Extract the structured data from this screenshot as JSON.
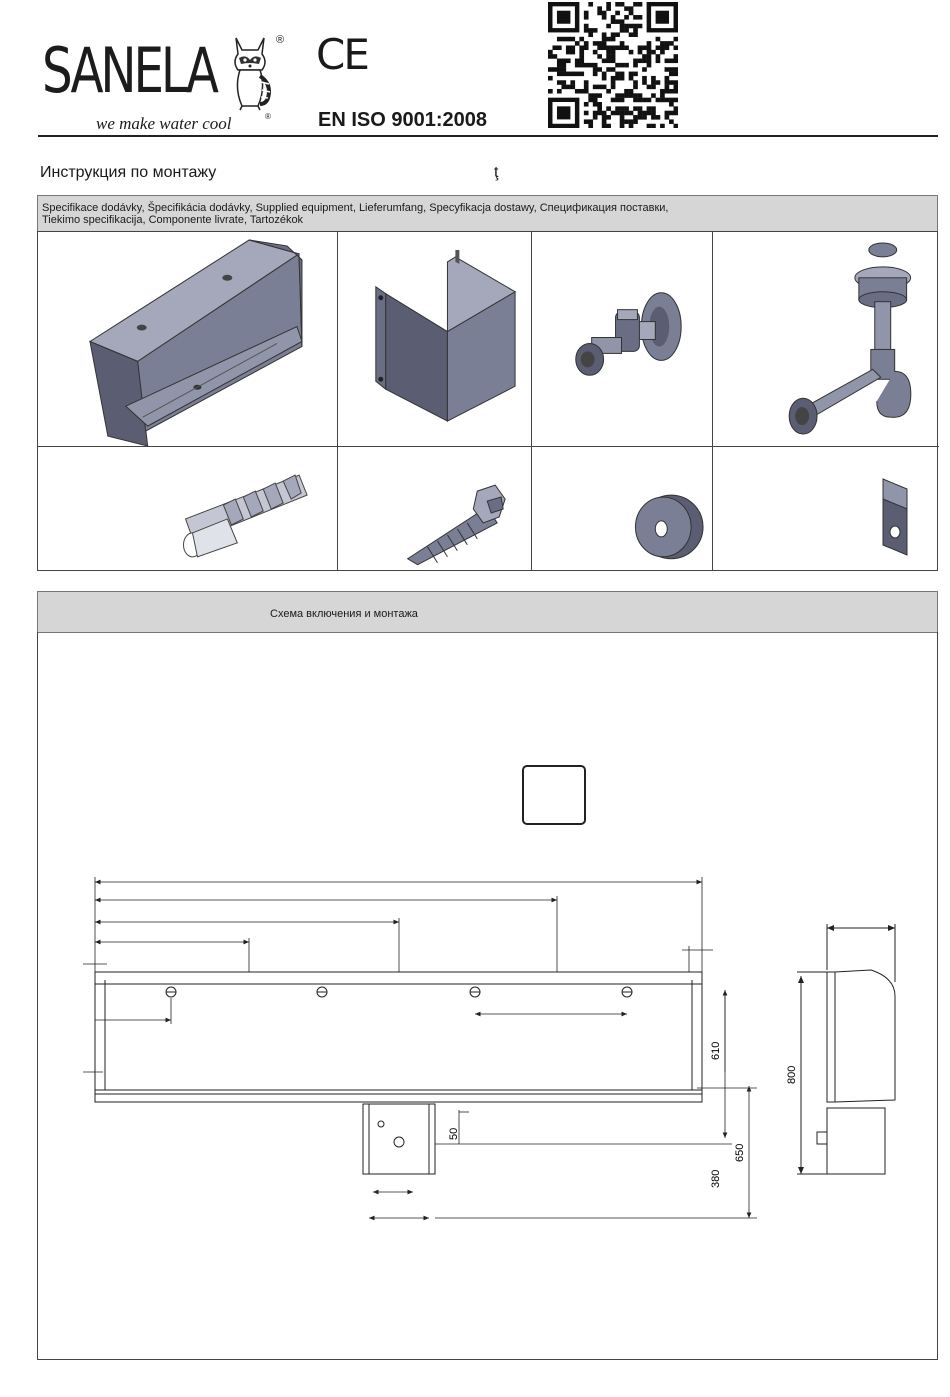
{
  "header": {
    "logo_text": "SANELA",
    "logo_registered": "®",
    "tagline": "we make water cool",
    "tagline_registered": "®",
    "ce_mark": "CE",
    "iso_text": "EN ISO 9001:2008"
  },
  "document": {
    "title": "Инструкция по монтажу",
    "stray_mark": "ţ"
  },
  "supplied_equipment": {
    "label_line1": "Specifikace dodávky, Špecifikácia dodávky, Supplied equipment, Lieferumfang, Specyfikacja dostawy, Спецификация поставки,",
    "label_line2": "Tiekimo specifikacija, Componente livrate, Tartozékok",
    "items": [
      {
        "icon": "urinal-trough-icon"
      },
      {
        "icon": "mounting-bracket-icon"
      },
      {
        "icon": "angle-valve-icon"
      },
      {
        "icon": "siphon-trap-icon"
      },
      {
        "icon": "wall-plug-icon"
      },
      {
        "icon": "hex-screw-icon"
      },
      {
        "icon": "washer-icon"
      },
      {
        "icon": "fixing-clip-icon"
      }
    ]
  },
  "scheme": {
    "title": "Схема включения и монтажа",
    "dimensions": {
      "d610": "610",
      "d50": "50",
      "d380": "380",
      "d650": "650",
      "d800": "800"
    }
  },
  "colors": {
    "band_gray": "#d6d6d6",
    "steel_dark": "#5b5e72",
    "steel_mid": "#7b7f95",
    "steel_light": "#a4a8ba"
  }
}
